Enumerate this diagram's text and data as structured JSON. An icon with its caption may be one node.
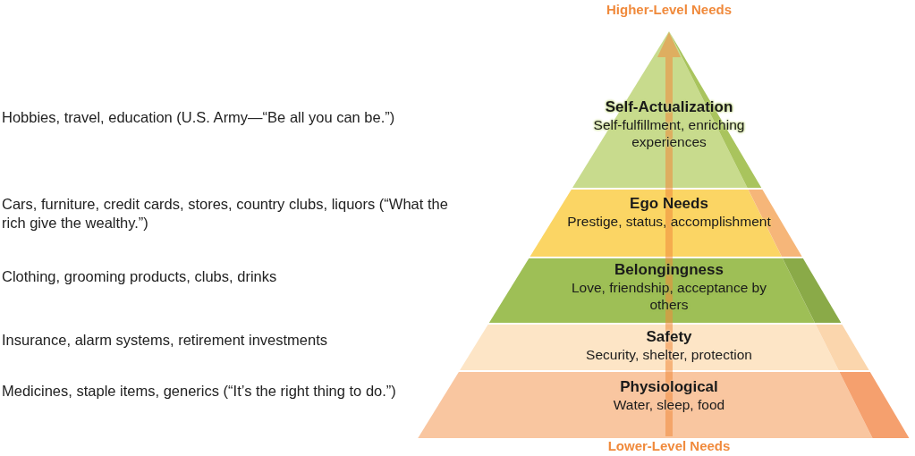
{
  "diagram": {
    "nodes": [
      {
        "text": [
          "Self-Actualization",
          "Self-fulfillment, enriching experiences"
        ]
      },
      {
        "text": [
          "Ego Needs",
          "Prestige, status, accomplishment"
        ]
      },
      {
        "text": [
          "Belongingness",
          "Love, friendship, acceptance by others"
        ]
      },
      {
        "text": [
          "Safety",
          "Security, shelter, protection"
        ]
      },
      {
        "text": [
          "Physiological",
          "Water, sleep, food"
        ]
      }
    ],
    "labels": [
      "Higher-Level Needs",
      "Hobbies, travel, education (U.S. Army—“Be all you can be.”)",
      "Cars, furniture, credit cards, stores, country clubs, liquors (“What the rich give the wealthy.”)",
      "Clothing, grooming products, clubs, drinks",
      "Insurance, alarm systems, retirement investments",
      "Medicines, staple items, generics (“It’s the right thing to do.”)",
      "Lower-Level Needs"
    ]
  }
}
